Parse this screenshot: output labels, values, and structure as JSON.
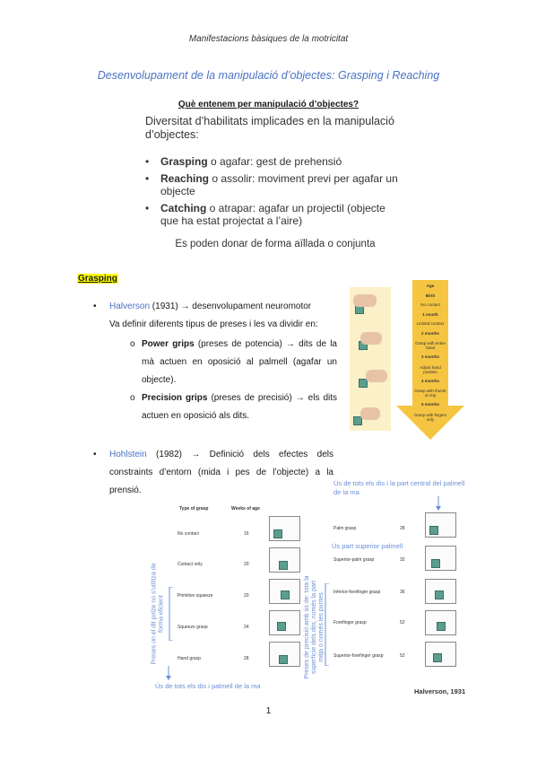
{
  "header": "Manifestacions bàsiques de la motricitat",
  "title": "Desenvolupament de la manipulació d’objectes: Grasping i Reaching",
  "subquestion": "Què entenem per manipulació d’objectes?",
  "intro": "Diversitat d’habilitats implicades en la manipulació d’objectes:",
  "slide_bullets": [
    {
      "term": "Grasping",
      "rest": " o agafar: gest de prehensió"
    },
    {
      "term": "Reaching",
      "rest": " o assolir: moviment previ per agafar un objecte"
    },
    {
      "term": "Catching",
      "rest": " o atrapar: agafar un projectil (objecte que ha estat projectat a l’aire)"
    }
  ],
  "slide_footer": "Es poden donar de forma aïllada o conjunta",
  "section_heading": "Grasping",
  "bullet1": {
    "name": "Halverson",
    "year": " (1931) ",
    "arrow": "→",
    "rest": " desenvolupament neuromotor",
    "line2": "Va definir diferents tipus de preses i les va dividir en:"
  },
  "sub_bullets": [
    {
      "marker": "o",
      "term": "Power grips",
      "paren": " (preses de potencia) ",
      "arrow": "→",
      "rest": " dits de la mà actuen en oposició al palmell (agafar un objecte)."
    },
    {
      "marker": "o",
      "term": "Precision grips",
      "paren": " (preses de precisió) ",
      "arrow": "→",
      "rest": " els dits actuen en oposició als dits."
    }
  ],
  "bullet2": {
    "name": "Hohlstein",
    "rest": " (1982) → Definició dels efectes dels constraints d’entorn (mida i pes de l’objecte) a la prensió."
  },
  "age_chart": {
    "labels": [
      "Age",
      "Birth",
      "No contact",
      "1 month",
      "Limited contact",
      "2 months",
      "Grasp with entire hand",
      "3 months",
      "Adjust hand position",
      "4 months",
      "Grasp with thumb on top",
      "5 months",
      "Grasp with fingers only"
    ]
  },
  "left_table": {
    "col1": "Type of grasp",
    "col2": "Weeks of age",
    "rows": [
      {
        "type": "No contact",
        "weeks": "16"
      },
      {
        "type": "Contact only",
        "weeks": "20"
      },
      {
        "type": "Primitive squeeze",
        "weeks": "20"
      },
      {
        "type": "Squeeze grasp",
        "weeks": "24"
      },
      {
        "type": "Hand grasp",
        "weeks": "28"
      }
    ]
  },
  "right_table": {
    "rows": [
      {
        "type": "Palm grasp",
        "weeks": "28"
      },
      {
        "type": "Superior-palm grasp",
        "weeks": "32"
      },
      {
        "type": "Inferior-forefinger grasp",
        "weeks": "36"
      },
      {
        "type": "Forefinger grasp",
        "weeks": "52"
      },
      {
        "type": "Superior-forefinger grasp",
        "weeks": "52"
      }
    ]
  },
  "annotations": {
    "top_right": "Ús de tots els dis i la part central del palmell de la ma",
    "mid_right": "Ús part superior palmell",
    "left_vertical": "Preses on el dit polze no s’utilitza de forma eficient",
    "mid_vertical": "Preses de precisió amb ús de: tota la superfície dels dits, només la part mitja o només les puntes",
    "bottom_left": "Ús de tots els dis i palmell de la ma",
    "credit": "Halverson, 1931"
  },
  "page_number": "1",
  "colors": {
    "link": "#4a72c4",
    "highlight": "#ffff00",
    "chart": "#f5c542",
    "cube": "#5a9e8f"
  }
}
